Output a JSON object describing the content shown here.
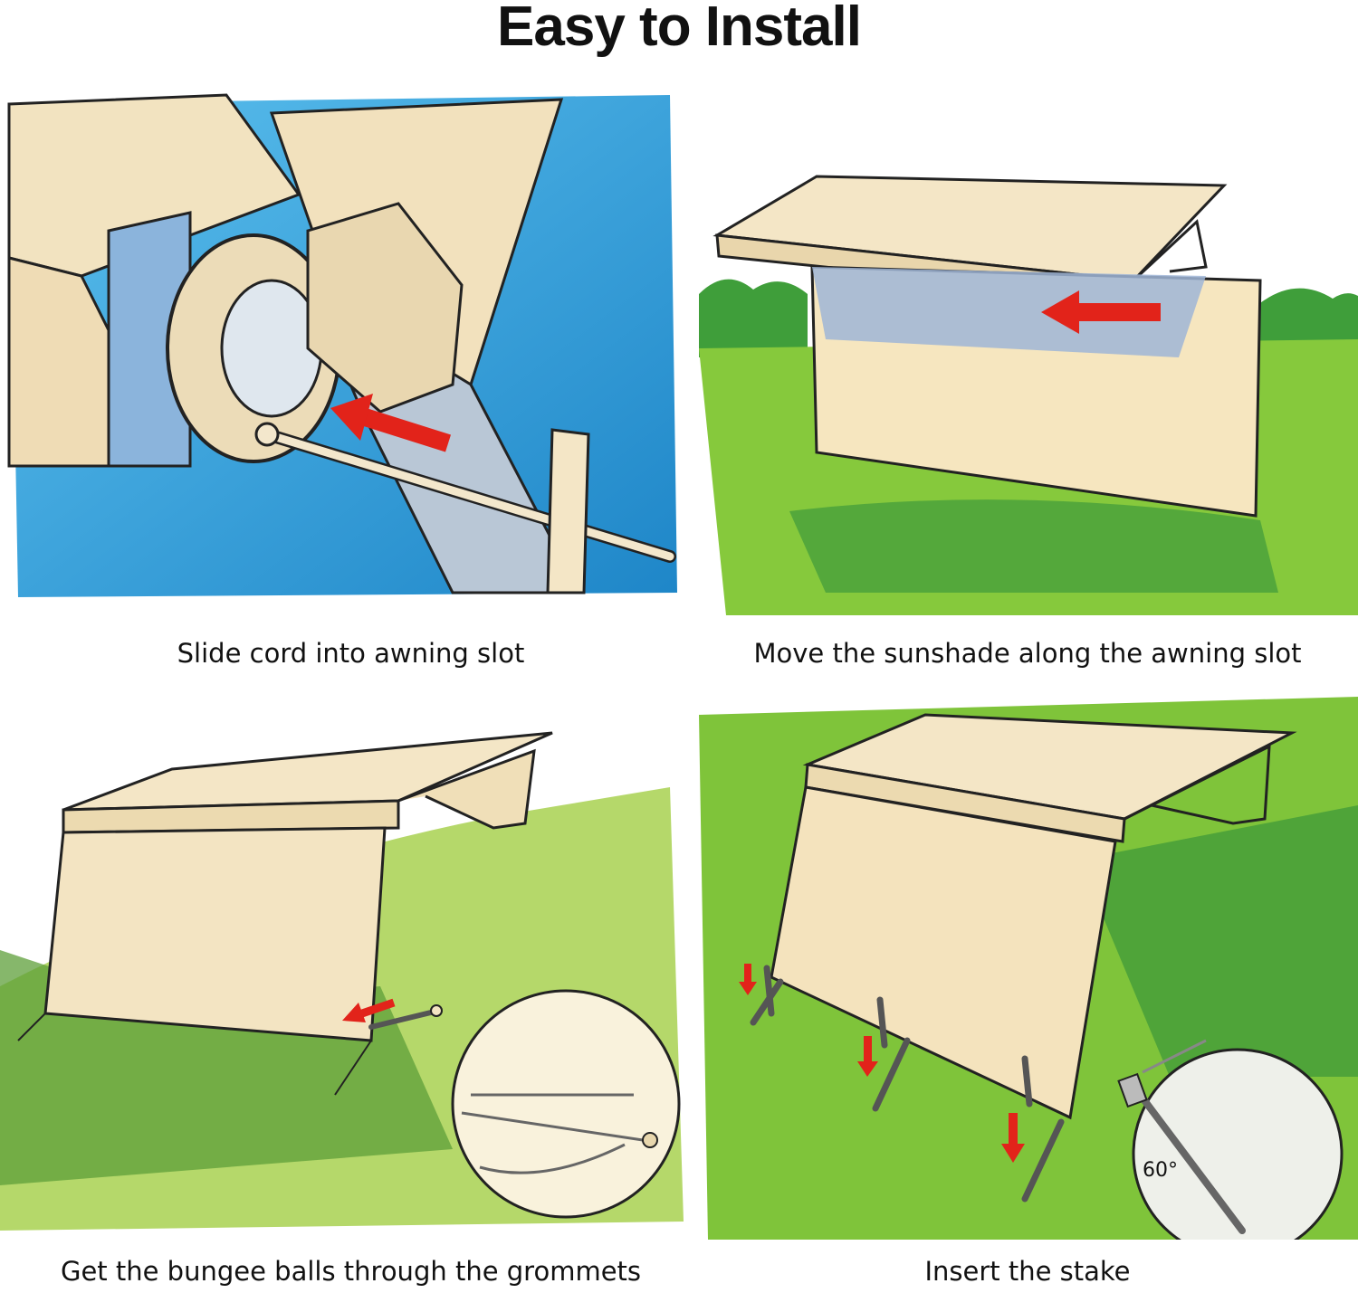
{
  "page_title": "Easy to Install",
  "steps": [
    {
      "caption": "Slide cord into awning slot",
      "illustration": "cord-into-awning-slot"
    },
    {
      "caption": "Move the sunshade along the awning slot",
      "illustration": "sunshade-slide-along-slot"
    },
    {
      "caption": "Get the bungee balls through the grommets",
      "illustration": "bungee-balls-grommets"
    },
    {
      "caption": "Insert the stake",
      "illustration": "stake-insertion",
      "angle_label": "60°"
    }
  ],
  "colors": {
    "sky_blue": "#4fb3e6",
    "shade_beige": "#f3e5c4",
    "grass_green": "#7cc63a",
    "arrow_red": "#e2231a"
  }
}
